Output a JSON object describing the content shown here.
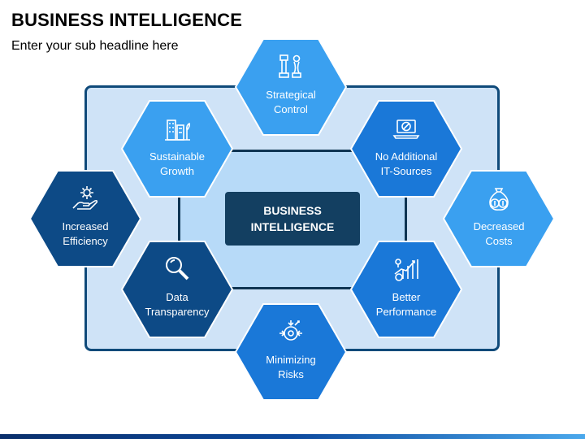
{
  "header": {
    "title": "BUSINESS INTELLIGENCE",
    "subtitle": "Enter your sub headline here"
  },
  "center": {
    "label": "BUSINESS\nINTELLIGENCE"
  },
  "colors": {
    "light": "#3aa0f0",
    "mid": "#1a78d8",
    "dark": "#0d4a86"
  },
  "nodes": [
    {
      "key": "strategical_control",
      "label": "Strategical\nControl",
      "icon": "chess-pieces-icon",
      "shade": "light"
    },
    {
      "key": "sustainable_growth",
      "label": "Sustainable\nGrowth",
      "icon": "growth-buildings-icon",
      "shade": "light"
    },
    {
      "key": "no_additional_it_sources",
      "label": "No Additional\nIT-Sources",
      "icon": "laptop-no-icon",
      "shade": "mid"
    },
    {
      "key": "increased_efficiency",
      "label": "Increased\nEfficiency",
      "icon": "hand-gear-icon",
      "shade": "dark"
    },
    {
      "key": "decreased_costs",
      "label": "Decreased\nCosts",
      "icon": "money-bag-icon",
      "shade": "light"
    },
    {
      "key": "data_transparency",
      "label": "Data\nTransparency",
      "icon": "magnifier-icon",
      "shade": "dark"
    },
    {
      "key": "better_performance",
      "label": "Better\nPerformance",
      "icon": "performance-chart-icon",
      "shade": "mid"
    },
    {
      "key": "minimizing_risks",
      "label": "Minimizing\nRisks",
      "icon": "target-risk-icon",
      "shade": "mid"
    }
  ]
}
